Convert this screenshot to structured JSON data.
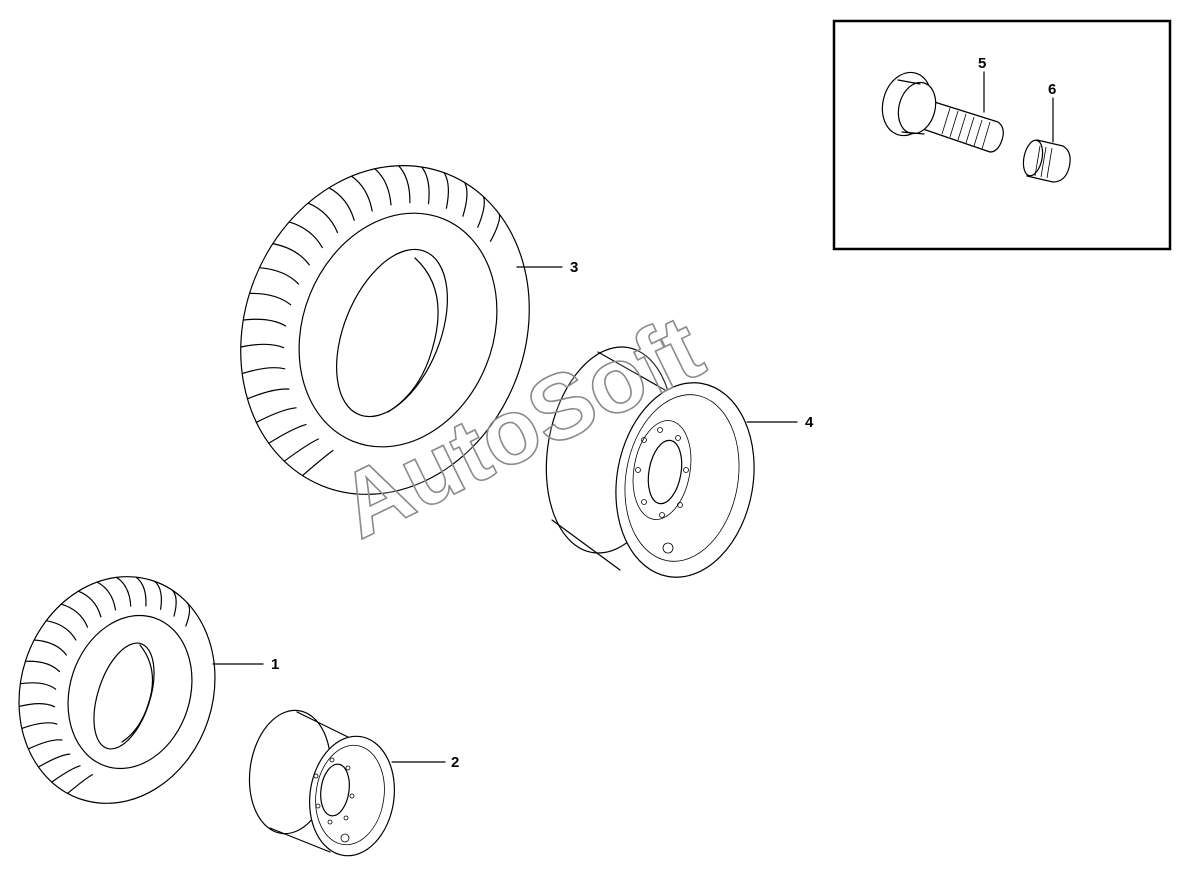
{
  "callouts": {
    "c1": "1",
    "c2": "2",
    "c3": "3",
    "c4": "4",
    "c5": "5",
    "c6": "6"
  },
  "watermark": "AutoSoft",
  "colors": {
    "line": "#000000",
    "background": "#ffffff",
    "watermark_outline": "#8a8a8a"
  }
}
